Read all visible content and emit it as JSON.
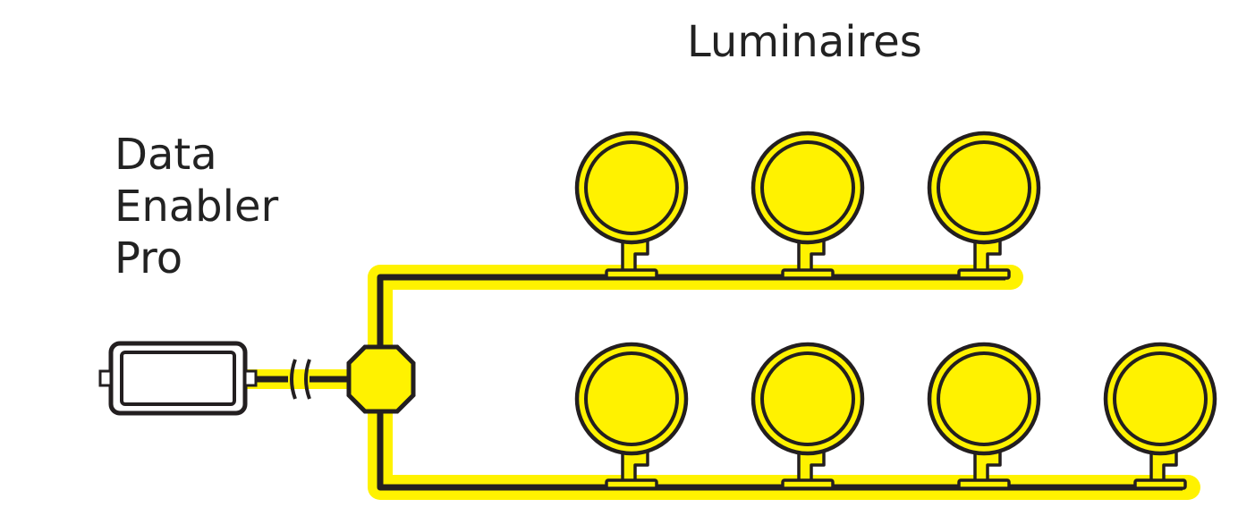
{
  "labels": {
    "luminaires": "Luminaires",
    "device_lines": [
      "Data",
      "Enabler",
      "Pro"
    ]
  },
  "rows": [
    {
      "name": "top-row",
      "count": 3
    },
    {
      "name": "bottom-row",
      "count": 4
    }
  ],
  "colors": {
    "yellow": "#FFF200",
    "outline": "#231F20",
    "cable_glow": "#FFF200",
    "background": "#FFFFFF"
  }
}
